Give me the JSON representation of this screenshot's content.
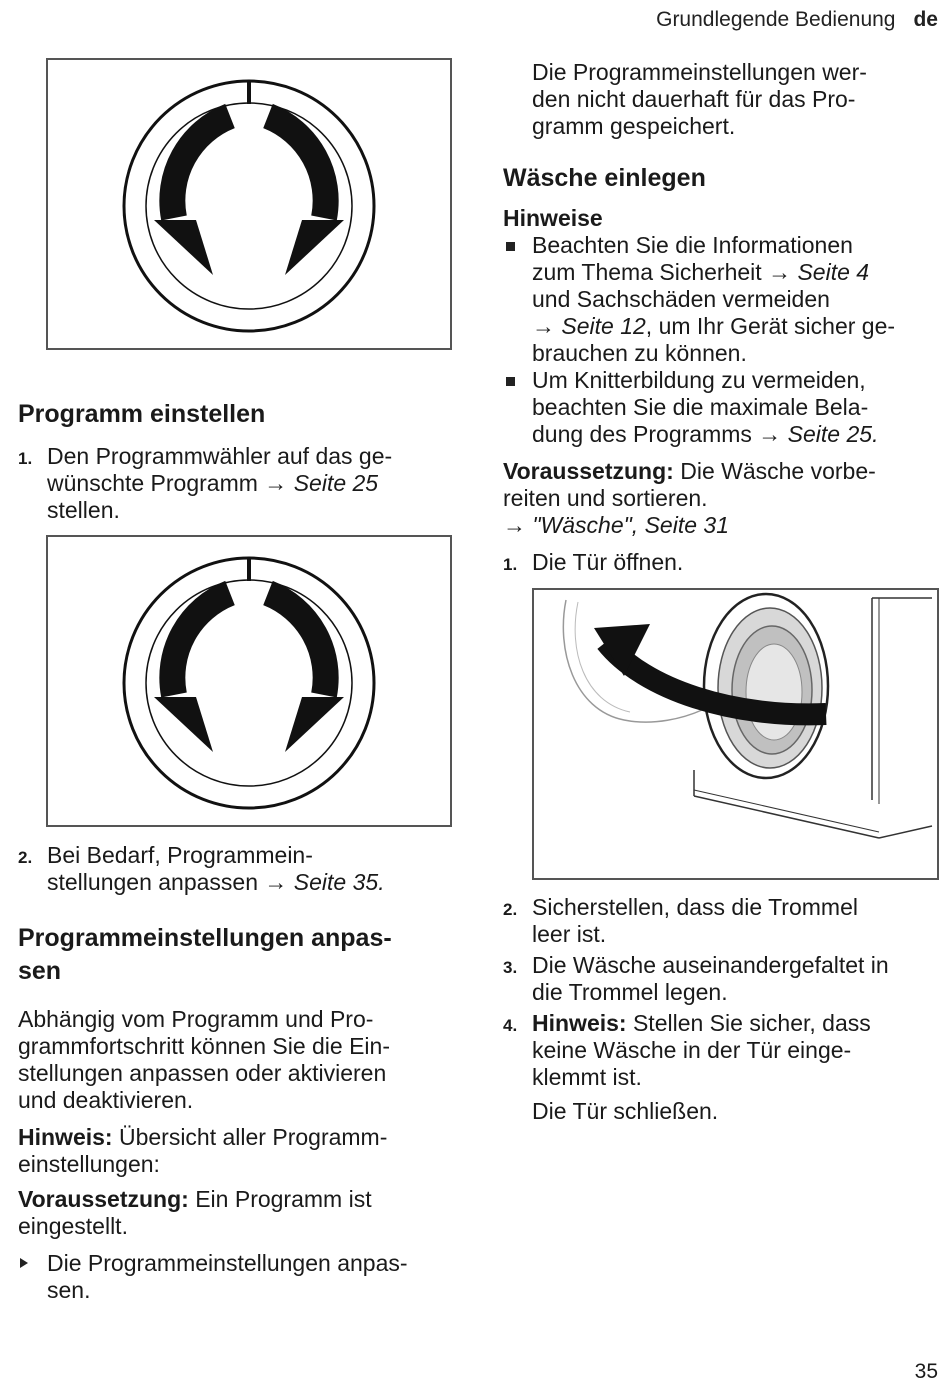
{
  "header": {
    "section": "Grundlegende Bedienung",
    "lang": "de"
  },
  "page_number": "35",
  "left": {
    "h_programm": "Programm einstellen",
    "step1_num": "1.",
    "step1_a": "Den Programmwähler auf das ge-",
    "step1_b": "wünschte Programm",
    "step1_ref": "Seite 25",
    "step1_c": "stellen.",
    "step2_num": "2.",
    "step2_a": "Bei Bedarf, Programmein-",
    "step2_b": "stellungen anpassen",
    "step2_ref": "Seite 35",
    "h_anpassen_1": "Programmeinstellungen anpas-",
    "h_anpassen_2": "sen",
    "para_lines": [
      "Abhängig vom Programm und Pro-",
      "grammfortschritt können Sie die Ein-",
      "stellungen anpassen oder aktivieren",
      "und deaktivieren."
    ],
    "hinweis_label": "Hinweis:",
    "hinweis_a": "Übersicht aller Programm-",
    "hinweis_b": "einstellungen:",
    "vor_label": "Voraussetzung:",
    "vor_a": "Ein Programm ist",
    "vor_b": "eingestellt.",
    "action_a": "Die Programmeinstellungen anpas-",
    "action_b": "sen."
  },
  "right": {
    "cont_lines": [
      "Die Programmeinstellungen wer-",
      "den nicht dauerhaft für das Pro-",
      "gramm gespeichert."
    ],
    "h_waesche": "Wäsche einlegen",
    "h_hinweise": "Hinweise",
    "b1_l1": "Beachten Sie die Informationen",
    "b1_l2": "zum Thema Sicherheit",
    "b1_ref1": "Seite 4",
    "b1_l3": "und Sachschäden vermeiden",
    "b1_ref2": "Seite 12",
    "b1_l4": ", um Ihr Gerät sicher ge-",
    "b1_l5": "brauchen zu können.",
    "b2_l1": "Um Knitterbildung zu vermeiden,",
    "b2_l2": "beachten Sie die maximale Bela-",
    "b2_l3": "dung des Programms",
    "b2_ref": "Seite 25",
    "vor_label": "Voraussetzung:",
    "vor_a": "Die Wäsche vorbe-",
    "vor_b": "reiten und sortieren.",
    "vor_ref": "\"Wäsche\", Seite 31",
    "s1_num": "1.",
    "s1": "Die Tür öffnen.",
    "s2_num": "2.",
    "s2_a": "Sicherstellen, dass die Trommel",
    "s2_b": "leer ist.",
    "s3_num": "3.",
    "s3_a": "Die Wäsche auseinandergefaltet in",
    "s3_b": "die Trommel legen.",
    "s4_num": "4.",
    "s4_label": "Hinweis:",
    "s4_a": "Stellen Sie sicher, dass",
    "s4_b": "keine Wäsche in der Tür einge-",
    "s4_c": "klemmt ist.",
    "s4_d": "Die Tür schließen."
  }
}
